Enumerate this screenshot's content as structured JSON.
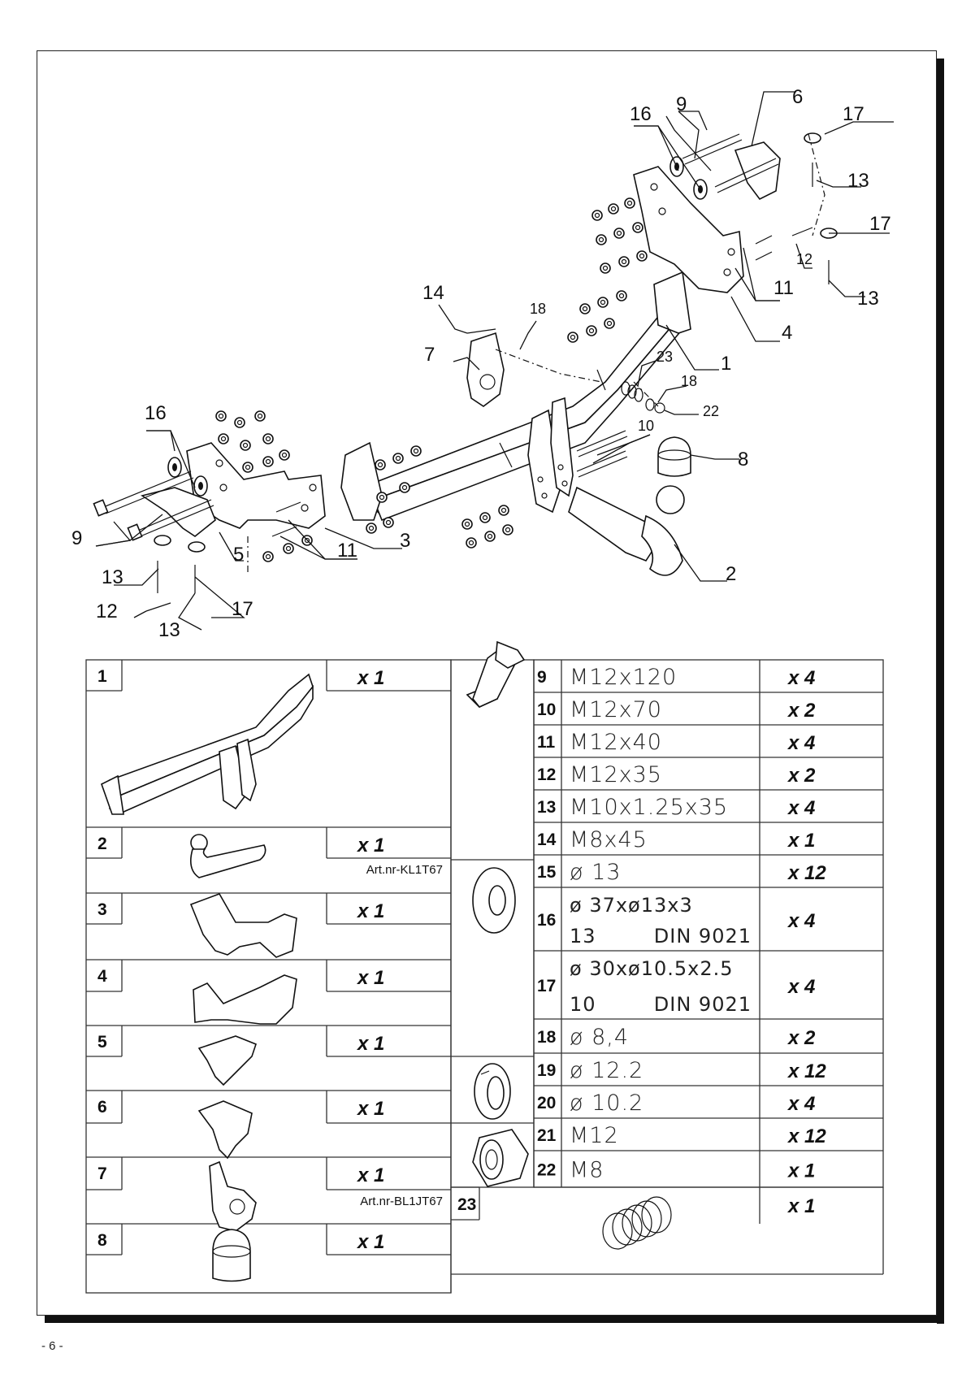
{
  "page_number": "- 6 -",
  "callouts": [
    "1",
    "2",
    "3",
    "4",
    "5",
    "6",
    "7",
    "8",
    "9",
    "10",
    "11",
    "12",
    "13",
    "14",
    "16",
    "17",
    "18",
    "22",
    "23"
  ],
  "parts": [
    {
      "no": "1",
      "qty": "x 1",
      "art": ""
    },
    {
      "no": "2",
      "qty": "x 1",
      "art": "Art.nr-KL1T67"
    },
    {
      "no": "3",
      "qty": "x 1",
      "art": ""
    },
    {
      "no": "4",
      "qty": "x 1",
      "art": ""
    },
    {
      "no": "5",
      "qty": "x 1",
      "art": ""
    },
    {
      "no": "6",
      "qty": "x 1",
      "art": ""
    },
    {
      "no": "7",
      "qty": "x 1",
      "art": "Art.nr-BL1JT67"
    },
    {
      "no": "8",
      "qty": "x 1",
      "art": ""
    }
  ],
  "hardware": [
    {
      "no": "9",
      "spec": "M12x120",
      "qty": "x 4"
    },
    {
      "no": "10",
      "spec": "M12x70",
      "qty": "x 2"
    },
    {
      "no": "11",
      "spec": "M12x40",
      "qty": "x 4"
    },
    {
      "no": "12",
      "spec": "M12x35",
      "qty": "x 2"
    },
    {
      "no": "13",
      "spec": "M10x1.25x35",
      "qty": "x 4"
    },
    {
      "no": "14",
      "spec": "M8x45",
      "qty": "x 1"
    },
    {
      "no": "15",
      "spec": "ø 13",
      "qty": "x 12"
    },
    {
      "no": "16",
      "spec": "ø 37xø13x3",
      "spec2a": "13",
      "spec2b": "DIN 9021",
      "qty": "x 4"
    },
    {
      "no": "17",
      "spec": "ø 30xø10.5x2.5",
      "spec2a": "10",
      "spec2b": "DIN 9021",
      "qty": "x 4"
    },
    {
      "no": "18",
      "spec": "ø 8,4",
      "qty": "x 2"
    },
    {
      "no": "19",
      "spec": "ø 12.2",
      "qty": "x 12"
    },
    {
      "no": "20",
      "spec": "ø 10.2",
      "qty": "x 4"
    },
    {
      "no": "21",
      "spec": "M12",
      "qty": "x 12"
    },
    {
      "no": "22",
      "spec": "M8",
      "qty": "x 1"
    },
    {
      "no": "23",
      "spec": "",
      "qty": "x 1"
    }
  ],
  "icons": [
    "bolt-icon",
    "washer-icon",
    "spring-washer-icon",
    "nut-icon",
    "spring-icon"
  ]
}
